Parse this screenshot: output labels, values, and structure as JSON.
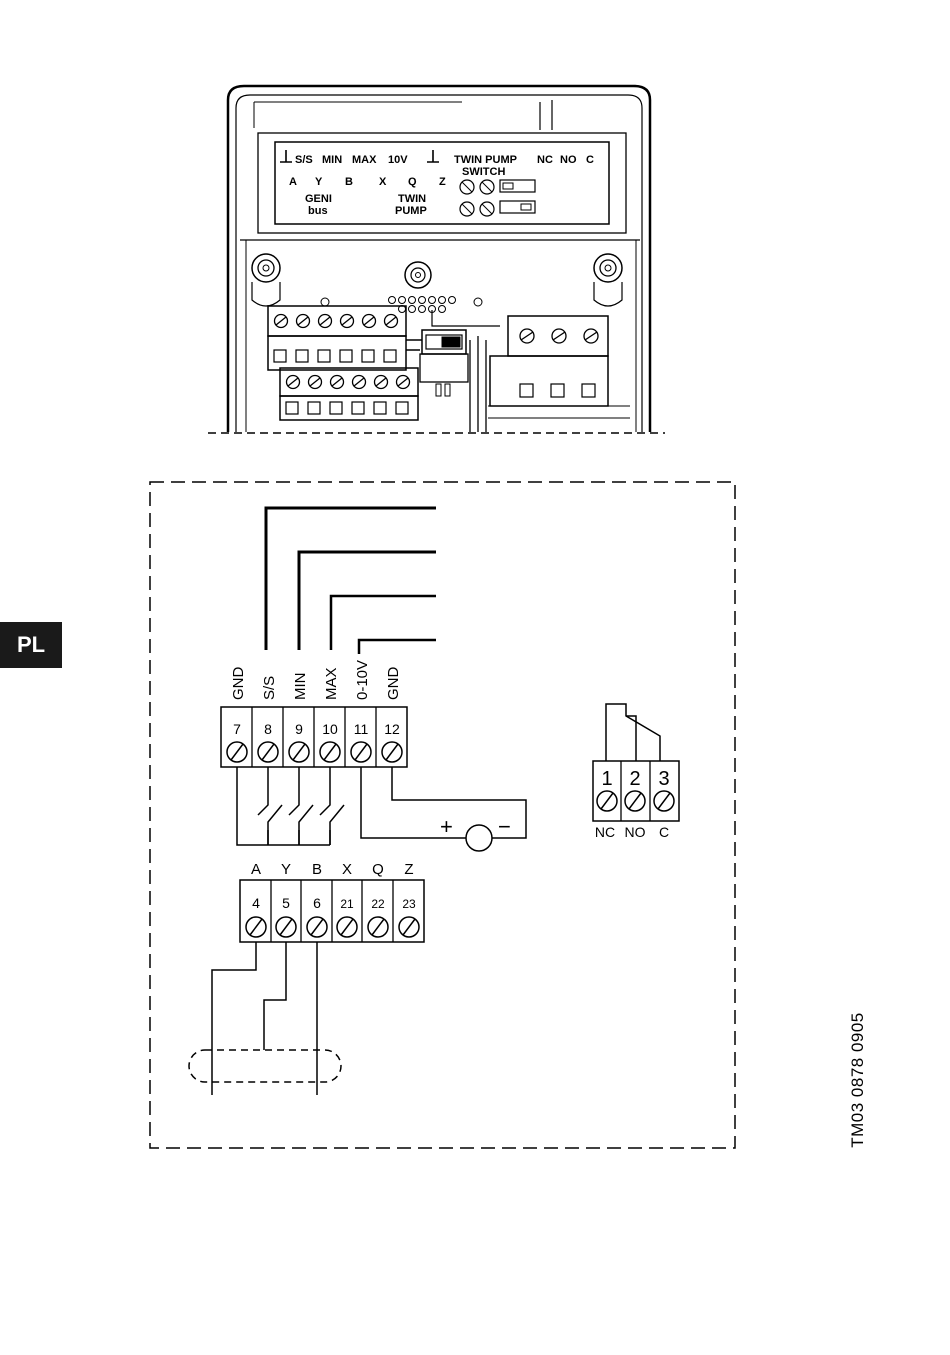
{
  "language_tab": "PL",
  "drawing_code": "TM03 0878 0905",
  "device_label_panel": {
    "row1": [
      "S/S",
      "MIN",
      "MAX",
      "10V",
      "TWIN PUMP",
      "NC",
      "NO",
      "C"
    ],
    "row2": [
      "A",
      "Y",
      "B",
      "X",
      "Q",
      "Z"
    ],
    "switch_label": "SWITCH",
    "geni_bus": [
      "GENI",
      "bus"
    ],
    "twin_pump": [
      "TWIN",
      "PUMP"
    ]
  },
  "control_terminals": {
    "signal_labels": [
      "GND",
      "S/S",
      "MIN",
      "MAX",
      "0-10V",
      "GND"
    ],
    "numbers": [
      "7",
      "8",
      "9",
      "10",
      "11",
      "12"
    ]
  },
  "bus_terminals": {
    "letters": [
      "A",
      "Y",
      "B",
      "X",
      "Q",
      "Z"
    ],
    "numbers": [
      "4",
      "5",
      "6",
      "21",
      "22",
      "23"
    ]
  },
  "relay_terminals": {
    "numbers": [
      "1",
      "2",
      "3"
    ],
    "labels": [
      "NC",
      "NO",
      "C"
    ]
  },
  "signal_source_polarity": [
    "+",
    "−"
  ]
}
